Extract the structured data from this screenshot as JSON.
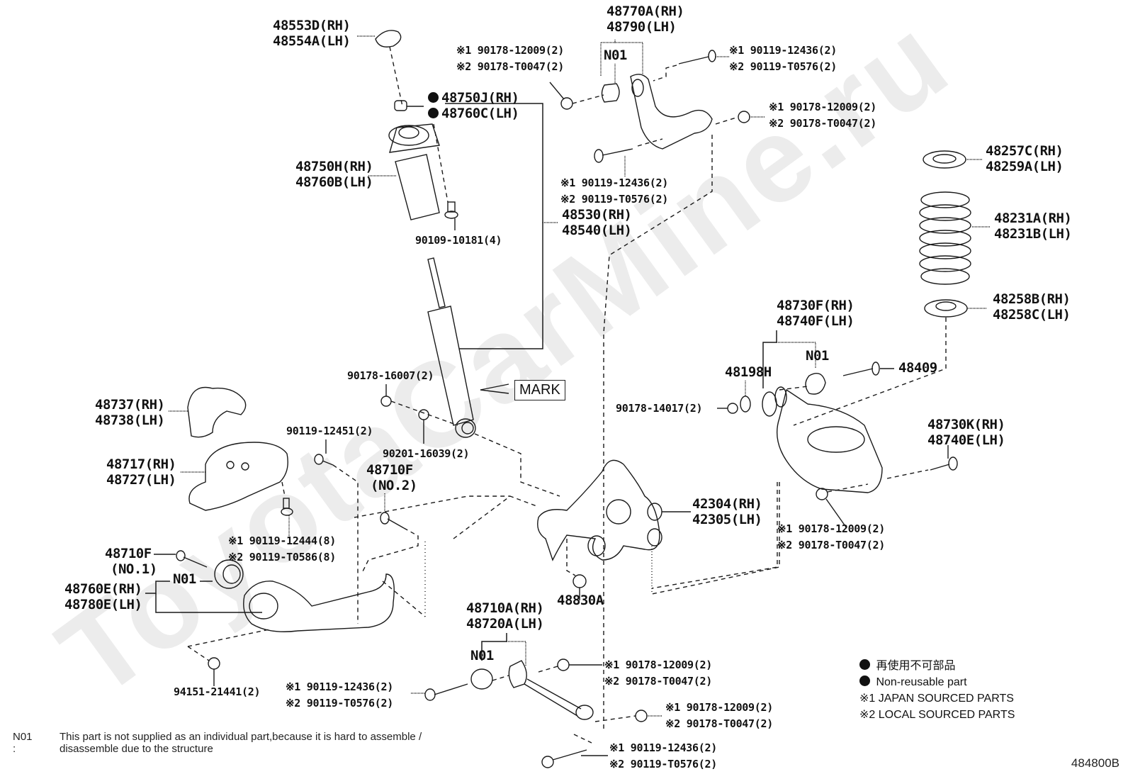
{
  "watermark": "ToyotaCarMine.ru",
  "diagram_code": "484800B",
  "mark_label": "MARK",
  "n01_note": {
    "key": "N01 :",
    "line1": "This part is not supplied as an individual part,because it is hard to assemble /",
    "line2": "disassemble due to the structure"
  },
  "legend": {
    "non_reusable_jp": "再使用不可部品",
    "non_reusable_en": "Non-reusable part",
    "note1": "※1 JAPAN SOURCED PARTS",
    "note2": "※2 LOCAL SOURCED PARTS"
  },
  "callouts": {
    "bump_cap": [
      "48553D(RH)",
      "48554A(LH)"
    ],
    "mount_nut": [
      "48750J(RH)",
      "48760C(LH)"
    ],
    "upper_mount": [
      "48750H(RH)",
      "48760B(LH)"
    ],
    "mount_bolt": [
      "90109-10181(4)"
    ],
    "absorber": [
      "48530(RH)",
      "48540(LH)"
    ],
    "toe_arm_nut_top": [
      "※1 90178-12009(2)",
      "※2 90178-T0047(2)"
    ],
    "upper_arm": [
      "48770A(RH)",
      "48790(LH)"
    ],
    "upper_arm_n01": [
      "N01"
    ],
    "upper_arm_bolt_right": [
      "※1 90119-12436(2)",
      "※2 90119-T0576(2)"
    ],
    "upper_arm_nut_right": [
      "※1 90178-12009(2)",
      "※2 90178-T0047(2)"
    ],
    "upper_arm_bolt_lower": [
      "※1 90119-12436(2)",
      "※2 90119-T0576(2)"
    ],
    "spring_seat_upper": [
      "48257C(RH)",
      "48259A(LH)"
    ],
    "coil_spring": [
      "48231A(RH)",
      "48231B(LH)"
    ],
    "spring_seat_lower": [
      "48258B(RH)",
      "48258C(LH)"
    ],
    "lower_arm": [
      "48730F(RH)",
      "48740F(LH)"
    ],
    "lower_arm_n01": [
      "N01"
    ],
    "cam_plate": [
      "48198H"
    ],
    "cam_bolt": [
      "48409"
    ],
    "cam_nut": [
      "90178-14017(2)"
    ],
    "absorber_nut": [
      "90178-16007(2)"
    ],
    "absorber_washer": [
      "90201-16039(2)"
    ],
    "shield": [
      "48737(RH)",
      "48738(LH)"
    ],
    "bracket": [
      "48717(RH)",
      "48727(LH)"
    ],
    "bracket_bolt_top": [
      "90119-12451(2)"
    ],
    "bracket_bolt_lower": [
      "※1 90119-12444(8)",
      "※2 90119-T0586(8)"
    ],
    "trailing_bolt_no2": [
      "48710F",
      "(NO.2)"
    ],
    "trailing_bolt_no1": [
      "48710F",
      "(NO.1)"
    ],
    "trailing_arm": [
      "48760E(RH)",
      "48780E(LH)"
    ],
    "trailing_arm_n01": [
      "N01"
    ],
    "trailing_nut": [
      "94151-21441(2)"
    ],
    "carrier": [
      "42304(RH)",
      "42305(LH)"
    ],
    "carrier_bushing": [
      "48830A"
    ],
    "lower_arm_bolt": [
      "48730K(RH)",
      "48740E(LH)"
    ],
    "lower_arm_nut": [
      "※1 90178-12009(2)",
      "※2 90178-T0047(2)"
    ],
    "toe_arm": [
      "48710A(RH)",
      "48720A(LH)"
    ],
    "toe_arm_n01": [
      "N01"
    ],
    "toe_arm_bolt_left": [
      "※1 90119-12436(2)",
      "※2 90119-T0576(2)"
    ],
    "toe_arm_nut_1": [
      "※1 90178-12009(2)",
      "※2 90178-T0047(2)"
    ],
    "toe_arm_nut_2": [
      "※1 90178-12009(2)",
      "※2 90178-T0047(2)"
    ],
    "toe_arm_bolt_right": [
      "※1 90119-12436(2)",
      "※2 90119-T0576(2)"
    ]
  }
}
